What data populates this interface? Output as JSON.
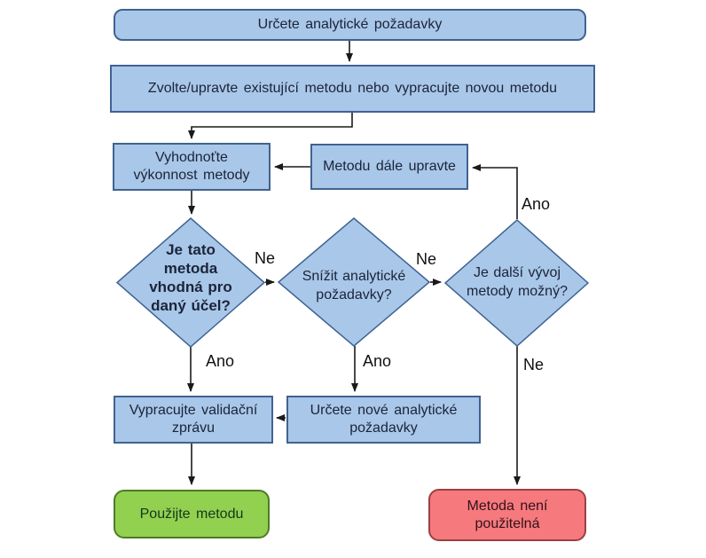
{
  "diagram": {
    "nodes": {
      "start": {
        "label": "Určete analytické požadavky"
      },
      "select": {
        "label": "Zvolte/upravte existující metodu nebo vypracujte novou metodu"
      },
      "evaluate": {
        "lines": [
          "Vyhodnoťte",
          "výkonnost metody"
        ]
      },
      "adjust": {
        "label": "Metodu dále upravte"
      },
      "fit": {
        "lines": [
          "Je tato",
          "metoda",
          "vhodná pro",
          "daný účel?"
        ]
      },
      "reduce": {
        "lines": [
          "Snížit analytické",
          "požadavky?"
        ]
      },
      "develop": {
        "lines": [
          "Je další vývoj",
          "metody možný?"
        ]
      },
      "report": {
        "lines": [
          "Vypracujte validační",
          "zprávu"
        ]
      },
      "new_requirements": {
        "lines": [
          "Určete nové analytické",
          "požadavky"
        ]
      },
      "use": {
        "label": "Použijte metodu"
      },
      "unusable": {
        "lines": [
          "Metoda není",
          "použitelná"
        ]
      }
    },
    "edge_labels": {
      "fit_no": "Ne",
      "reduce_no": "Ne",
      "develop_yes": "Ano",
      "fit_yes": "Ano",
      "reduce_yes": "Ano",
      "develop_no": "Ne"
    },
    "colors": {
      "node_fill": "#A9C7E9",
      "node_border": "#3F6391",
      "ok_fill": "#92D050",
      "ok_border": "#4E7A27",
      "fail_fill": "#F5797D",
      "fail_border": "#9C3F44",
      "line": "#1A1A1A",
      "text": "#1B2438"
    }
  }
}
